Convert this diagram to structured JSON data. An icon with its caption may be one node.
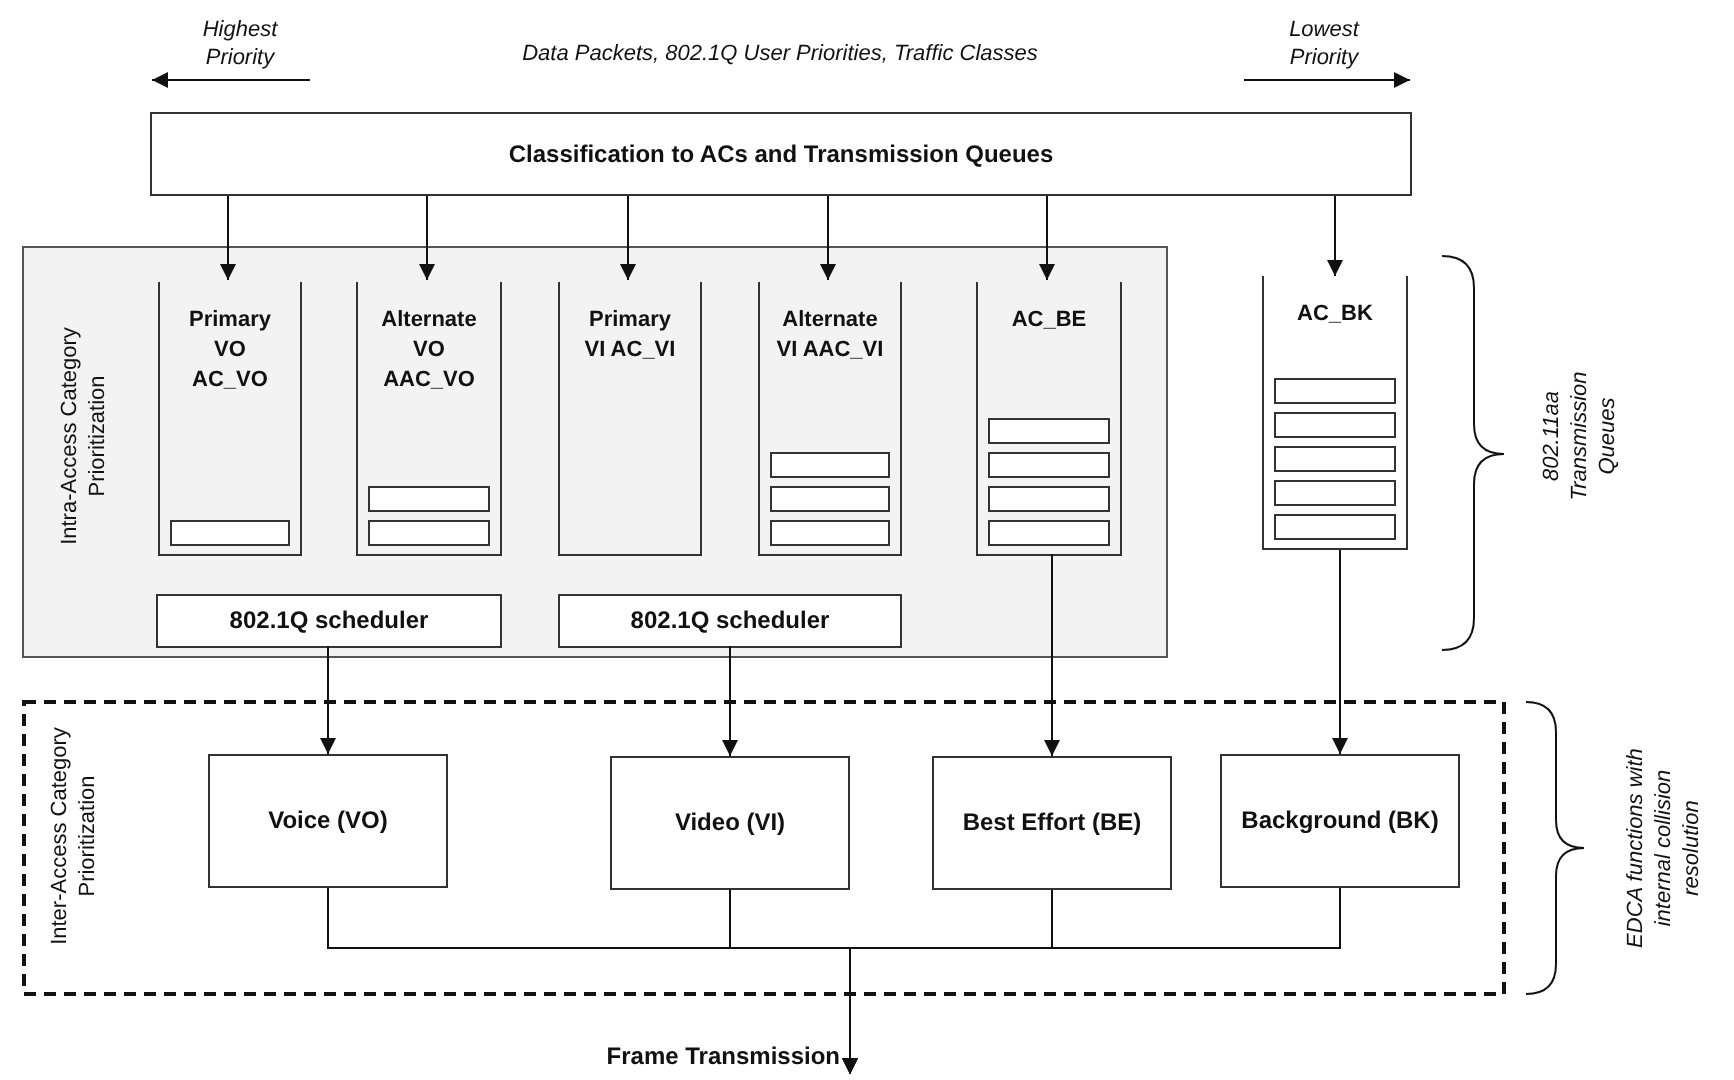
{
  "diagram": {
    "nodes": [
      {
        "text": [
          "Classification to ACs and Transmission Queues"
        ]
      },
      {
        "text": [
          "Intra-Access Category Prioritization"
        ]
      },
      {
        "text": [
          "Primary VO AC_VO"
        ],
        "in": 1
      },
      {
        "text": [
          "Alternate VO AAC_VO"
        ],
        "in": 1
      },
      {
        "text": [
          "Primary VI AC_VI"
        ],
        "in": 1
      },
      {
        "text": [
          "Alternate VI AAC_VI"
        ],
        "in": 1
      },
      {
        "text": [
          "AC_BE"
        ],
        "in": 1
      },
      {
        "text": [
          "AC_BK"
        ]
      },
      {
        "text": [
          "802.1Q scheduler"
        ],
        "in": 1
      },
      {
        "text": [
          "802.1Q scheduler"
        ],
        "in": 1
      },
      {
        "text": [
          "Inter-Access Category Prioritization"
        ]
      },
      {
        "text": [
          "Voice (VO)"
        ],
        "in": 10
      },
      {
        "text": [
          "Video (VI)"
        ],
        "in": 10
      },
      {
        "text": [
          "Best Effort (BE)"
        ],
        "in": 10
      },
      {
        "text": [
          "Background (BK)"
        ],
        "in": 10
      },
      {
        "text": [
          "Frame Transmission"
        ]
      }
    ],
    "edges": [
      {
        "from": 0,
        "to": 2,
        "arrow": "to"
      },
      {
        "from": 0,
        "to": 3,
        "arrow": "to"
      },
      {
        "from": 0,
        "to": 4,
        "arrow": "to"
      },
      {
        "from": 0,
        "to": 5,
        "arrow": "to"
      },
      {
        "from": 0,
        "to": 6,
        "arrow": "to"
      },
      {
        "from": 0,
        "to": 7,
        "arrow": "to"
      },
      {
        "from": 8,
        "to": 11,
        "arrow": "to"
      },
      {
        "from": 9,
        "to": 12,
        "arrow": "to"
      },
      {
        "from": 6,
        "to": 13,
        "arrow": "to"
      },
      {
        "from": 7,
        "to": 14,
        "arrow": "to"
      },
      {
        "from": 11,
        "to": 15,
        "arrow": "to"
      },
      {
        "from": 12,
        "to": 15,
        "arrow": "to"
      },
      {
        "from": 13,
        "to": 15,
        "arrow": "to"
      },
      {
        "from": 14,
        "to": 15,
        "arrow": "to"
      }
    ],
    "labels": [
      "Highest Priority",
      "Data Packets, 802.1Q User Priorities, Traffic Classes",
      "Lowest Priority",
      "802.11aa Transmission Queues",
      "EDCA functions with internal collision resolution"
    ]
  }
}
